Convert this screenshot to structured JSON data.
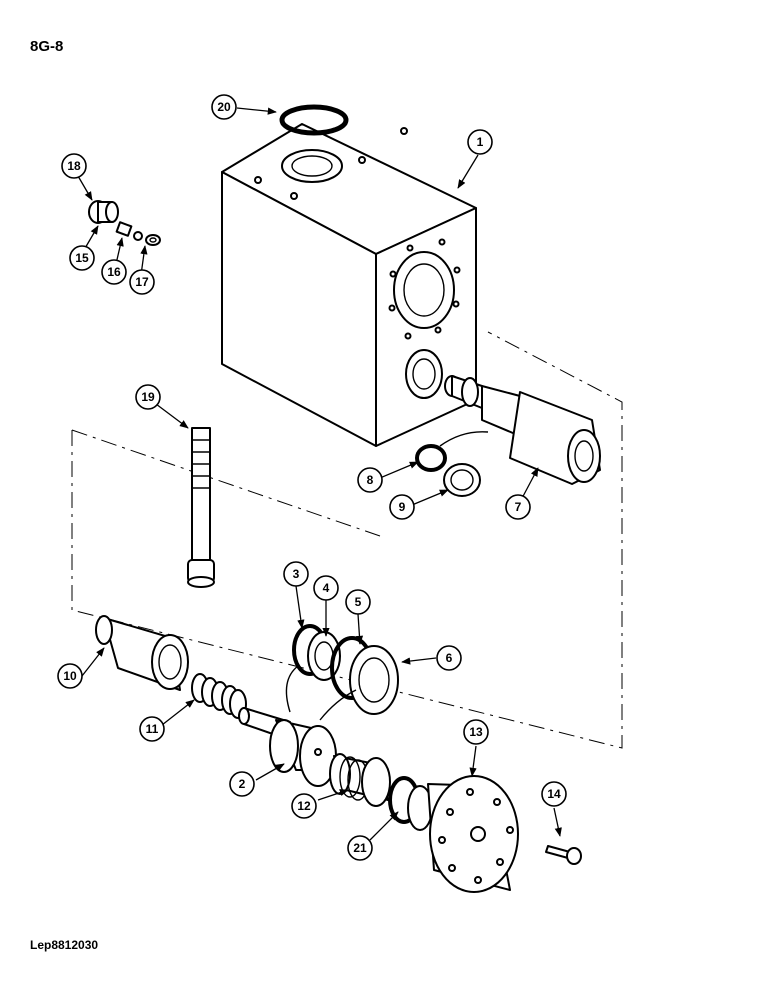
{
  "page": {
    "title": "8G-8",
    "reference_code": "Lep8812030"
  },
  "callouts": {
    "c1": "1",
    "c2": "2",
    "c3": "3",
    "c4": "4",
    "c5": "5",
    "c6": "6",
    "c7": "7",
    "c8": "8",
    "c9": "9",
    "c10": "10",
    "c11": "11",
    "c12": "12",
    "c13": "13",
    "c14": "14",
    "c15": "15",
    "c16": "16",
    "c17": "17",
    "c18": "18",
    "c19": "19",
    "c20": "20",
    "c21": "21"
  }
}
